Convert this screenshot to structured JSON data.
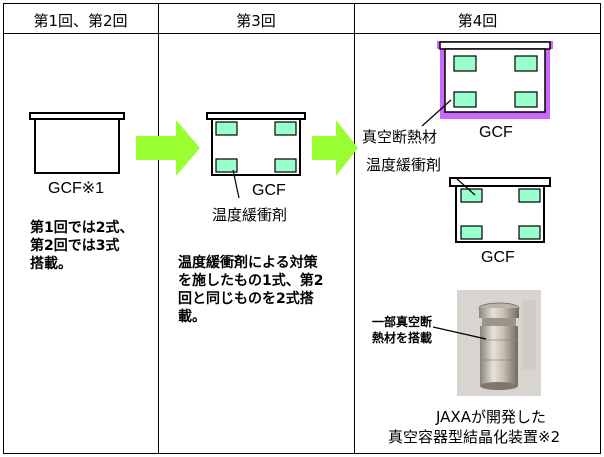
{
  "headers": {
    "col1": "第1回、第2回",
    "col3": "第3回",
    "col4": "第4回"
  },
  "col1": {
    "gcf_label": "GCF※1",
    "desc_line1": "第1回では2式、",
    "desc_line2": "第2回では3式",
    "desc_line3": "搭載。"
  },
  "col3": {
    "gcf_label": "GCF",
    "buffer_label": "温度緩衝剤",
    "desc_line1": "温度緩衝剤による対策",
    "desc_line2": "を施したもの1式、第2",
    "desc_line3": "回と同じものを2式搭",
    "desc_line4": "載。"
  },
  "col4": {
    "insulation_label": "真空断熱材",
    "gcf_label_top": "GCF",
    "buffer_label": "温度緩衝剤",
    "gcf_label_bottom": "GCF",
    "photo_label_line1": "一部真空断",
    "photo_label_line2": "熱材を搭載",
    "caption_line1": "JAXAが開発した",
    "caption_line2": "真空容器型結晶化装置※2"
  },
  "colors": {
    "arrow": "#99ff33",
    "buffer": "#99ffcc",
    "insulation": "#cc66ff",
    "photo_bg": "#d8d4d0"
  }
}
